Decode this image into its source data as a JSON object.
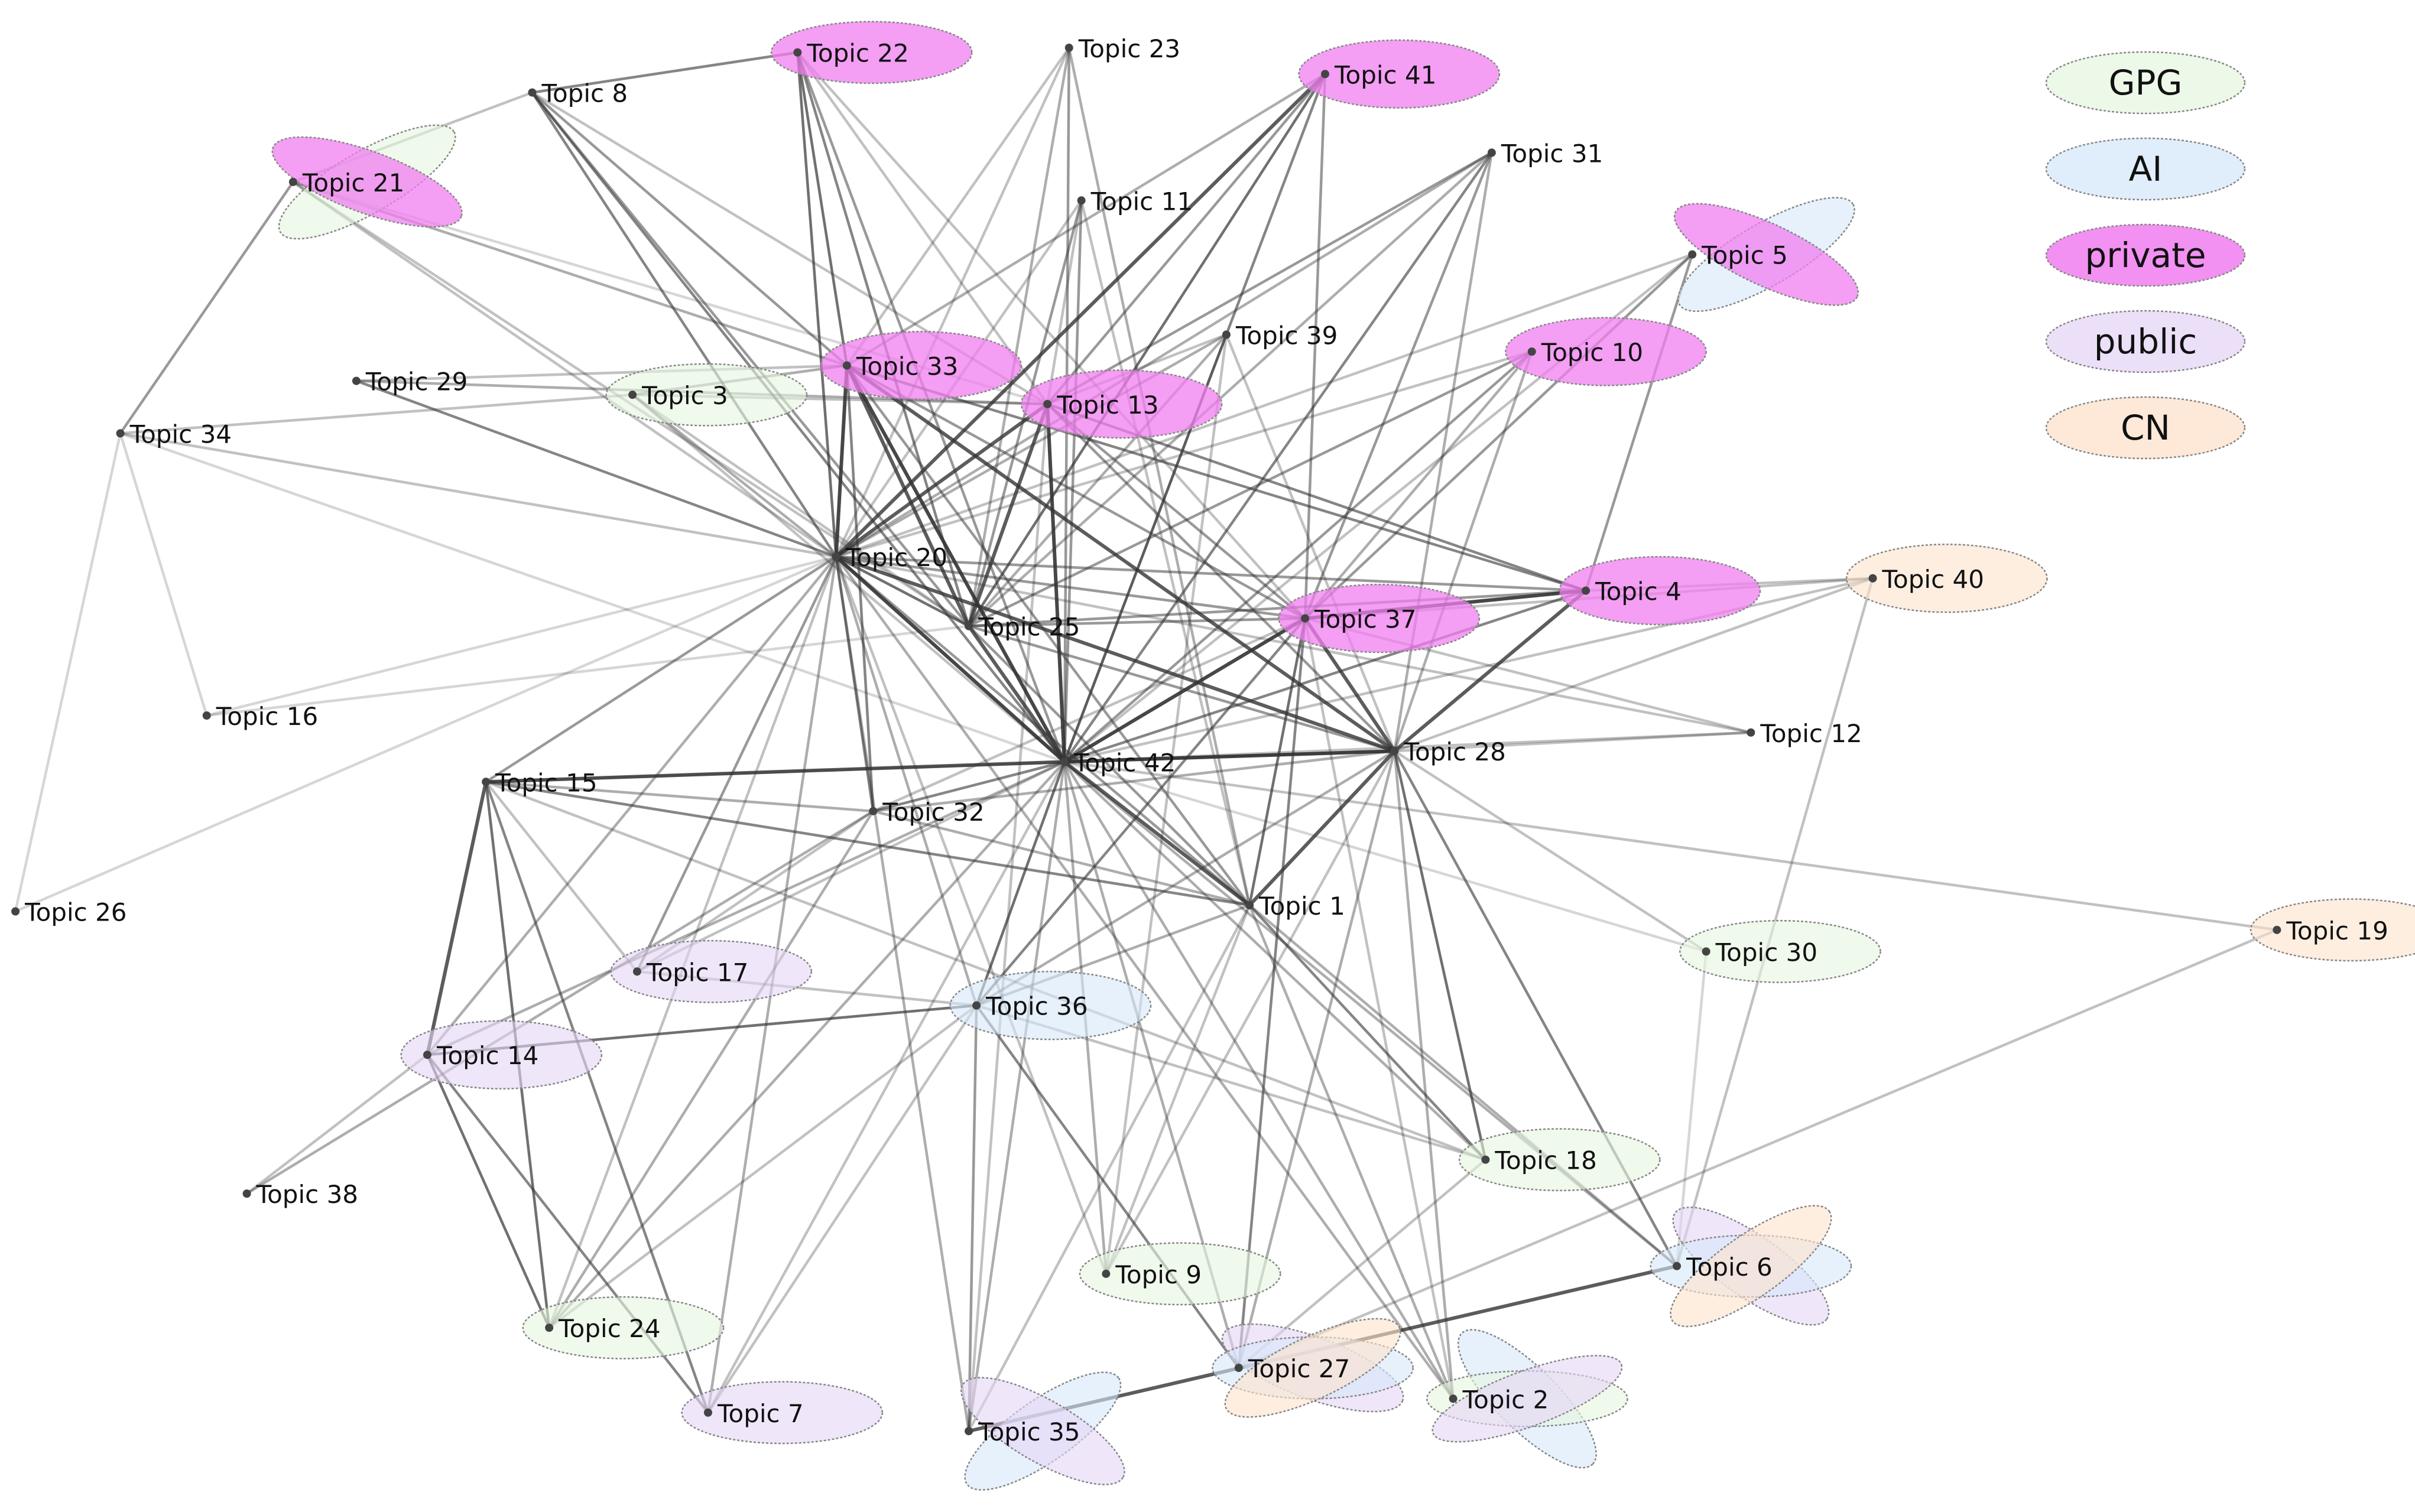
{
  "colors": {
    "GPG": "#e6f7e0",
    "AI": "#d6e8fa",
    "private": "#f07ef0",
    "public": "#e6d6f7",
    "CN": "#fde2cc",
    "edge": "#333333",
    "label": "#111111"
  },
  "legend": [
    {
      "key": "GPG",
      "label": "GPG"
    },
    {
      "key": "AI",
      "label": "AI"
    },
    {
      "key": "private",
      "label": "private"
    },
    {
      "key": "public",
      "label": "public"
    },
    {
      "key": "CN",
      "label": "CN"
    }
  ],
  "nodes": [
    {
      "id": 1,
      "label": "Topic 1",
      "groups": []
    },
    {
      "id": 2,
      "label": "Topic 2",
      "groups": [
        "AI",
        "GPG",
        "public"
      ]
    },
    {
      "id": 3,
      "label": "Topic 3",
      "groups": [
        "GPG"
      ]
    },
    {
      "id": 4,
      "label": "Topic 4",
      "groups": [
        "private"
      ]
    },
    {
      "id": 5,
      "label": "Topic 5",
      "groups": [
        "AI",
        "private"
      ]
    },
    {
      "id": 6,
      "label": "Topic 6",
      "groups": [
        "public",
        "AI",
        "CN"
      ]
    },
    {
      "id": 7,
      "label": "Topic 7",
      "groups": [
        "public"
      ]
    },
    {
      "id": 8,
      "label": "Topic 8",
      "groups": []
    },
    {
      "id": 9,
      "label": "Topic 9",
      "groups": [
        "GPG"
      ]
    },
    {
      "id": 10,
      "label": "Topic 10",
      "groups": [
        "private"
      ]
    },
    {
      "id": 11,
      "label": "Topic 11",
      "groups": []
    },
    {
      "id": 12,
      "label": "Topic 12",
      "groups": []
    },
    {
      "id": 13,
      "label": "Topic 13",
      "groups": [
        "private"
      ]
    },
    {
      "id": 14,
      "label": "Topic 14",
      "groups": [
        "public"
      ]
    },
    {
      "id": 15,
      "label": "Topic 15",
      "groups": []
    },
    {
      "id": 16,
      "label": "Topic 16",
      "groups": []
    },
    {
      "id": 17,
      "label": "Topic 17",
      "groups": [
        "public"
      ]
    },
    {
      "id": 18,
      "label": "Topic 18",
      "groups": [
        "GPG"
      ]
    },
    {
      "id": 19,
      "label": "Topic 19",
      "groups": [
        "CN"
      ]
    },
    {
      "id": 20,
      "label": "Topic 20",
      "groups": []
    },
    {
      "id": 21,
      "label": "Topic 21",
      "groups": [
        "GPG",
        "private"
      ]
    },
    {
      "id": 22,
      "label": "Topic 22",
      "groups": [
        "private"
      ]
    },
    {
      "id": 23,
      "label": "Topic 23",
      "groups": []
    },
    {
      "id": 24,
      "label": "Topic 24",
      "groups": [
        "GPG"
      ]
    },
    {
      "id": 25,
      "label": "Topic 25",
      "groups": []
    },
    {
      "id": 26,
      "label": "Topic 26",
      "groups": []
    },
    {
      "id": 27,
      "label": "Topic 27",
      "groups": [
        "public",
        "AI",
        "CN"
      ]
    },
    {
      "id": 28,
      "label": "Topic 28",
      "groups": []
    },
    {
      "id": 29,
      "label": "Topic 29",
      "groups": []
    },
    {
      "id": 30,
      "label": "Topic 30",
      "groups": [
        "GPG"
      ]
    },
    {
      "id": 31,
      "label": "Topic 31",
      "groups": []
    },
    {
      "id": 32,
      "label": "Topic 32",
      "groups": []
    },
    {
      "id": 33,
      "label": "Topic 33",
      "groups": [
        "private"
      ]
    },
    {
      "id": 34,
      "label": "Topic 34",
      "groups": []
    },
    {
      "id": 35,
      "label": "Topic 35",
      "groups": [
        "AI",
        "public"
      ]
    },
    {
      "id": 36,
      "label": "Topic 36",
      "groups": [
        "AI"
      ]
    },
    {
      "id": 37,
      "label": "Topic 37",
      "groups": [
        "private"
      ]
    },
    {
      "id": 38,
      "label": "Topic 38",
      "groups": []
    },
    {
      "id": 39,
      "label": "Topic 39",
      "groups": []
    },
    {
      "id": 40,
      "label": "Topic 40",
      "groups": [
        "CN"
      ]
    },
    {
      "id": 41,
      "label": "Topic 41",
      "groups": [
        "private"
      ]
    },
    {
      "id": 42,
      "label": "Topic 42",
      "groups": []
    }
  ],
  "edges": [
    [
      20,
      42,
      0.9
    ],
    [
      20,
      33,
      0.9
    ],
    [
      33,
      42,
      0.9
    ],
    [
      13,
      42,
      0.9
    ],
    [
      37,
      42,
      0.9
    ],
    [
      28,
      42,
      0.9
    ],
    [
      1,
      42,
      0.8
    ],
    [
      25,
      42,
      0.8
    ],
    [
      20,
      28,
      0.8
    ],
    [
      33,
      28,
      0.8
    ],
    [
      37,
      28,
      0.8
    ],
    [
      4,
      28,
      0.8
    ],
    [
      4,
      37,
      0.9
    ],
    [
      13,
      20,
      0.8
    ],
    [
      41,
      20,
      0.8
    ],
    [
      41,
      25,
      0.7
    ],
    [
      13,
      25,
      0.8
    ],
    [
      33,
      25,
      0.8
    ],
    [
      20,
      25,
      0.7
    ],
    [
      15,
      42,
      0.8
    ],
    [
      15,
      1,
      0.6
    ],
    [
      15,
      24,
      0.7
    ],
    [
      15,
      14,
      0.8
    ],
    [
      15,
      7,
      0.6
    ],
    [
      14,
      24,
      0.7
    ],
    [
      14,
      7,
      0.6
    ],
    [
      14,
      36,
      0.7
    ],
    [
      36,
      42,
      0.7
    ],
    [
      36,
      27,
      0.6
    ],
    [
      27,
      37,
      0.6
    ],
    [
      6,
      35,
      0.8
    ],
    [
      6,
      28,
      0.6
    ],
    [
      18,
      28,
      0.7
    ],
    [
      18,
      1,
      0.6
    ],
    [
      1,
      28,
      0.8
    ],
    [
      1,
      37,
      0.7
    ],
    [
      37,
      36,
      0.6
    ],
    [
      32,
      42,
      0.6
    ],
    [
      32,
      20,
      0.6
    ],
    [
      32,
      33,
      0.6
    ],
    [
      22,
      8,
      0.6
    ],
    [
      22,
      20,
      0.7
    ],
    [
      22,
      33,
      0.7
    ],
    [
      22,
      25,
      0.6
    ],
    [
      8,
      20,
      0.6
    ],
    [
      8,
      42,
      0.6
    ],
    [
      8,
      33,
      0.5
    ],
    [
      31,
      42,
      0.6
    ],
    [
      31,
      13,
      0.5
    ],
    [
      31,
      37,
      0.5
    ],
    [
      10,
      42,
      0.5
    ],
    [
      10,
      25,
      0.5
    ],
    [
      5,
      37,
      0.5
    ],
    [
      5,
      4,
      0.5
    ],
    [
      4,
      13,
      0.6
    ],
    [
      4,
      33,
      0.6
    ],
    [
      4,
      20,
      0.5
    ],
    [
      4,
      42,
      0.6
    ],
    [
      4,
      25,
      0.5
    ],
    [
      41,
      42,
      0.6
    ],
    [
      41,
      37,
      0.5
    ],
    [
      11,
      42,
      0.5
    ],
    [
      11,
      25,
      0.5
    ],
    [
      23,
      42,
      0.5
    ],
    [
      23,
      1,
      0.4
    ],
    [
      39,
      42,
      0.5
    ],
    [
      39,
      20,
      0.4
    ],
    [
      29,
      20,
      0.6
    ],
    [
      34,
      21,
      0.5
    ],
    [
      34,
      3,
      0.3
    ],
    [
      26,
      34,
      0.2
    ],
    [
      26,
      20,
      0.2
    ],
    [
      38,
      32,
      0.4
    ],
    [
      38,
      14,
      0.3
    ],
    [
      16,
      34,
      0.2
    ],
    [
      16,
      25,
      0.2
    ],
    [
      12,
      42,
      0.3
    ],
    [
      12,
      20,
      0.3
    ],
    [
      40,
      6,
      0.3
    ],
    [
      40,
      4,
      0.3
    ],
    [
      40,
      28,
      0.3
    ],
    [
      19,
      42,
      0.3
    ],
    [
      19,
      27,
      0.3
    ],
    [
      30,
      28,
      0.3
    ],
    [
      30,
      6,
      0.2
    ],
    [
      9,
      42,
      0.4
    ],
    [
      9,
      20,
      0.3
    ],
    [
      9,
      39,
      0.3
    ],
    [
      2,
      28,
      0.4
    ],
    [
      2,
      20,
      0.4
    ],
    [
      2,
      1,
      0.4
    ],
    [
      35,
      36,
      0.5
    ],
    [
      35,
      20,
      0.4
    ],
    [
      35,
      13,
      0.3
    ],
    [
      7,
      20,
      0.4
    ],
    [
      7,
      36,
      0.3
    ],
    [
      24,
      42,
      0.4
    ],
    [
      24,
      32,
      0.4
    ],
    [
      17,
      20,
      0.5
    ],
    [
      17,
      36,
      0.3
    ],
    [
      17,
      32,
      0.3
    ],
    [
      3,
      20,
      0.4
    ],
    [
      3,
      33,
      0.4
    ],
    [
      3,
      13,
      0.3
    ],
    [
      21,
      33,
      0.4
    ],
    [
      21,
      20,
      0.3
    ],
    [
      21,
      25,
      0.3
    ],
    [
      29,
      13,
      0.4
    ],
    [
      29,
      33,
      0.3
    ],
    [
      8,
      25,
      0.5
    ],
    [
      8,
      21,
      0.3
    ],
    [
      22,
      13,
      0.3
    ],
    [
      31,
      25,
      0.4
    ],
    [
      31,
      20,
      0.4
    ],
    [
      31,
      28,
      0.4
    ],
    [
      10,
      37,
      0.4
    ],
    [
      10,
      28,
      0.4
    ],
    [
      10,
      20,
      0.3
    ],
    [
      5,
      20,
      0.3
    ],
    [
      5,
      42,
      0.3
    ],
    [
      11,
      20,
      0.3
    ],
    [
      11,
      1,
      0.3
    ],
    [
      23,
      25,
      0.4
    ],
    [
      23,
      33,
      0.3
    ],
    [
      39,
      25,
      0.4
    ],
    [
      39,
      28,
      0.3
    ],
    [
      13,
      37,
      0.5
    ],
    [
      13,
      28,
      0.5
    ],
    [
      33,
      37,
      0.5
    ],
    [
      33,
      1,
      0.5
    ],
    [
      20,
      1,
      0.5
    ],
    [
      20,
      37,
      0.5
    ],
    [
      25,
      28,
      0.5
    ],
    [
      25,
      1,
      0.5
    ],
    [
      25,
      37,
      0.5
    ],
    [
      32,
      28,
      0.4
    ],
    [
      32,
      1,
      0.4
    ],
    [
      32,
      37,
      0.3
    ],
    [
      15,
      20,
      0.5
    ],
    [
      15,
      32,
      0.4
    ],
    [
      15,
      28,
      0.4
    ],
    [
      14,
      20,
      0.4
    ],
    [
      14,
      42,
      0.4
    ],
    [
      36,
      28,
      0.4
    ],
    [
      36,
      1,
      0.4
    ],
    [
      36,
      20,
      0.4
    ],
    [
      18,
      42,
      0.4
    ],
    [
      18,
      15,
      0.3
    ],
    [
      18,
      36,
      0.3
    ],
    [
      6,
      42,
      0.4
    ],
    [
      6,
      1,
      0.4
    ],
    [
      27,
      42,
      0.4
    ],
    [
      27,
      28,
      0.4
    ],
    [
      27,
      18,
      0.3
    ],
    [
      2,
      42,
      0.4
    ],
    [
      2,
      37,
      0.3
    ],
    [
      9,
      1,
      0.3
    ],
    [
      9,
      28,
      0.3
    ],
    [
      35,
      42,
      0.4
    ],
    [
      35,
      1,
      0.3
    ],
    [
      24,
      20,
      0.3
    ],
    [
      24,
      36,
      0.3
    ],
    [
      7,
      42,
      0.3
    ],
    [
      17,
      42,
      0.3
    ],
    [
      17,
      15,
      0.3
    ],
    [
      3,
      25,
      0.3
    ],
    [
      3,
      42,
      0.3
    ],
    [
      21,
      13,
      0.2
    ],
    [
      34,
      20,
      0.3
    ],
    [
      34,
      42,
      0.2
    ],
    [
      16,
      20,
      0.2
    ],
    [
      12,
      28,
      0.3
    ],
    [
      12,
      37,
      0.3
    ],
    [
      40,
      37,
      0.3
    ],
    [
      40,
      42,
      0.3
    ],
    [
      30,
      42,
      0.2
    ],
    [
      41,
      13,
      0.5
    ],
    [
      41,
      33,
      0.4
    ],
    [
      22,
      42,
      0.5
    ],
    [
      22,
      37,
      0.3
    ],
    [
      23,
      20,
      0.3
    ],
    [
      11,
      13,
      0.3
    ],
    [
      39,
      13,
      0.3
    ],
    [
      8,
      13,
      0.3
    ]
  ]
}
